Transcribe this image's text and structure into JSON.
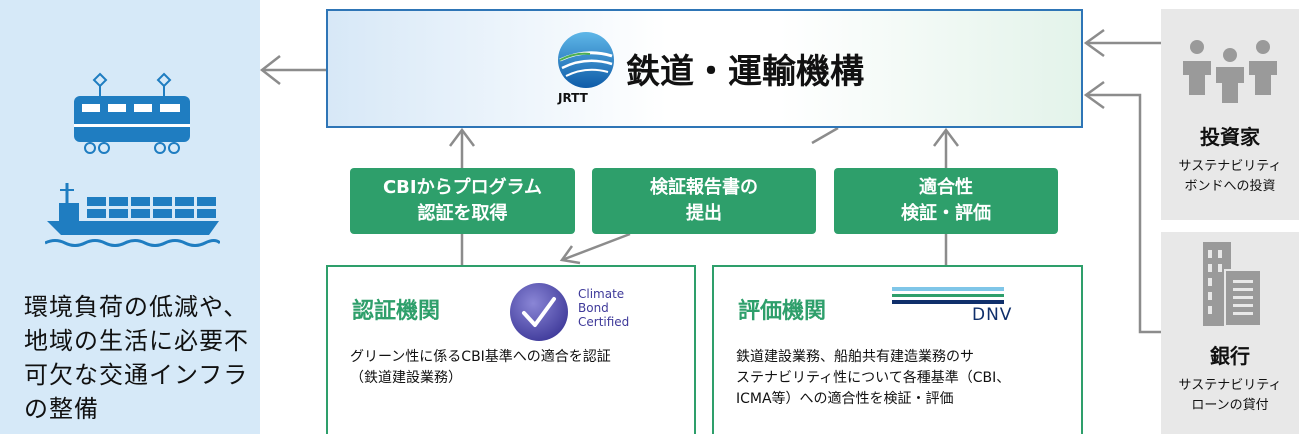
{
  "impact": {
    "text": "環境負荷の低減や、地域の生活に必要不可欠な交通インフラの整備"
  },
  "jrtt": {
    "name": "鉄道・運輸機構",
    "abbreviation": "JRTT"
  },
  "steps": {
    "cbi_certification": [
      "CBIからプログラム",
      "認証を取得"
    ],
    "report_submission": [
      "検証報告書の",
      "提出"
    ],
    "evaluation": [
      "適合性",
      "検証・評価"
    ]
  },
  "certification_body": {
    "title": "認証機関",
    "logo_text": [
      "Climate",
      "Bond",
      "Certified"
    ],
    "description": [
      "グリーン性に係るCBI基準への適合を認証",
      "（鉄道建設業務）"
    ]
  },
  "evaluation_body": {
    "title": "評価機関",
    "logo_text": "DNV",
    "description": [
      "鉄道建設業務、船舶共有建造業務のサ",
      "ステナビリティ性について各種基準（CBI、",
      "ICMA等）への適合性を検証・評価"
    ]
  },
  "investor": {
    "title": "投資家",
    "description": [
      "サステナビリティ",
      "ボンドへの投資"
    ]
  },
  "bank": {
    "title": "銀行",
    "description": [
      "サステナビリティ",
      "ローンの貸付"
    ]
  },
  "icons": {
    "train": "train-icon",
    "ship": "container-ship-icon",
    "jrtt_logo": "jrtt-logo-icon",
    "cbi_logo": "climate-bond-certified-logo",
    "dnv_logo": "dnv-logo",
    "investors": "people-group-icon",
    "bank": "building-icon"
  },
  "colors": {
    "impact_bg": "#d6e9f8",
    "icon_blue": "#1f7dc1",
    "jrtt_border": "#2e75b6",
    "green": "#2e9f6b",
    "actor_bg": "#e8e8e8",
    "actor_icon": "#9a9a9a",
    "arrow": "#8c8c8c"
  }
}
